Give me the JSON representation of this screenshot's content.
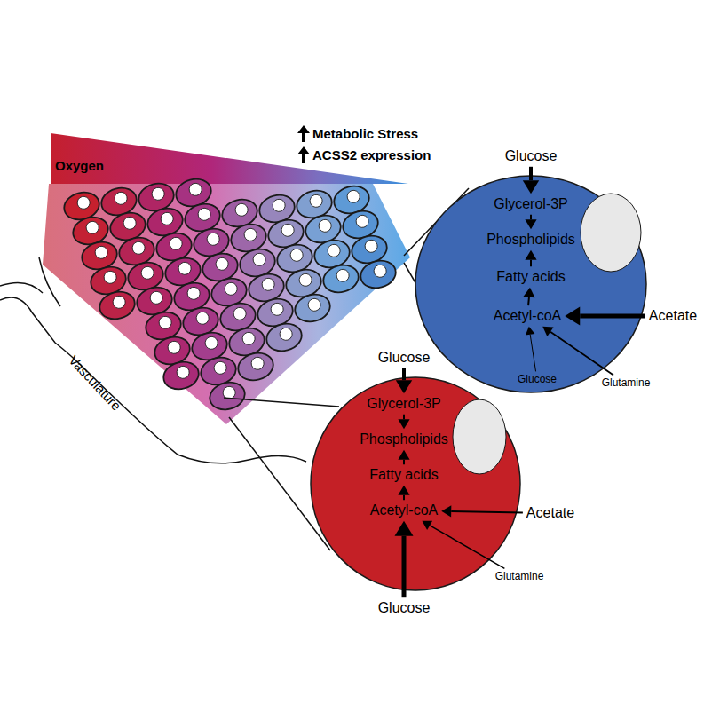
{
  "diagram": {
    "nodes": [
      {
        "text": [
          "Glucose"
        ]
      },
      {
        "text": [
          "Glycerol-3P"
        ]
      },
      {
        "text": [
          "Phospholipids"
        ]
      },
      {
        "text": [
          "Fatty acids"
        ]
      },
      {
        "text": [
          "Acetyl-coA"
        ]
      },
      {
        "text": [
          "Acetate"
        ]
      },
      {
        "text": [
          "Glutamine"
        ]
      },
      {
        "text": [
          "Glucose"
        ]
      },
      {
        "text": [
          "Glucose"
        ]
      },
      {
        "text": [
          "Glycerol-3P"
        ]
      },
      {
        "text": [
          "Phospholipids"
        ]
      },
      {
        "text": [
          "Fatty acids"
        ]
      },
      {
        "text": [
          "Acetyl-coA"
        ]
      },
      {
        "text": [
          "Acetate"
        ]
      },
      {
        "text": [
          "Glutamine"
        ]
      },
      {
        "text": [
          "Glucose"
        ]
      }
    ],
    "edges": [
      {
        "from": 0,
        "to": 1,
        "arrow": "to"
      },
      {
        "from": 1,
        "to": 2,
        "arrow": "to"
      },
      {
        "from": 4,
        "to": 3,
        "arrow": "to"
      },
      {
        "from": 3,
        "to": 2,
        "arrow": "to"
      },
      {
        "from": 5,
        "to": 4,
        "arrow": "to"
      },
      {
        "from": 6,
        "to": 4,
        "arrow": "to"
      },
      {
        "from": 7,
        "to": 4,
        "arrow": "to"
      },
      {
        "from": 8,
        "to": 9,
        "arrow": "to"
      },
      {
        "from": 9,
        "to": 10,
        "arrow": "to"
      },
      {
        "from": 12,
        "to": 11,
        "arrow": "to"
      },
      {
        "from": 11,
        "to": 10,
        "arrow": "to"
      },
      {
        "from": 13,
        "to": 12,
        "arrow": "to"
      },
      {
        "from": 14,
        "to": 12,
        "arrow": "to"
      },
      {
        "from": 15,
        "to": 12,
        "arrow": "to"
      }
    ],
    "labels": [
      "Oxygen",
      "Metabolic Stress",
      "ACSS2 expression",
      "Vasculature"
    ]
  }
}
